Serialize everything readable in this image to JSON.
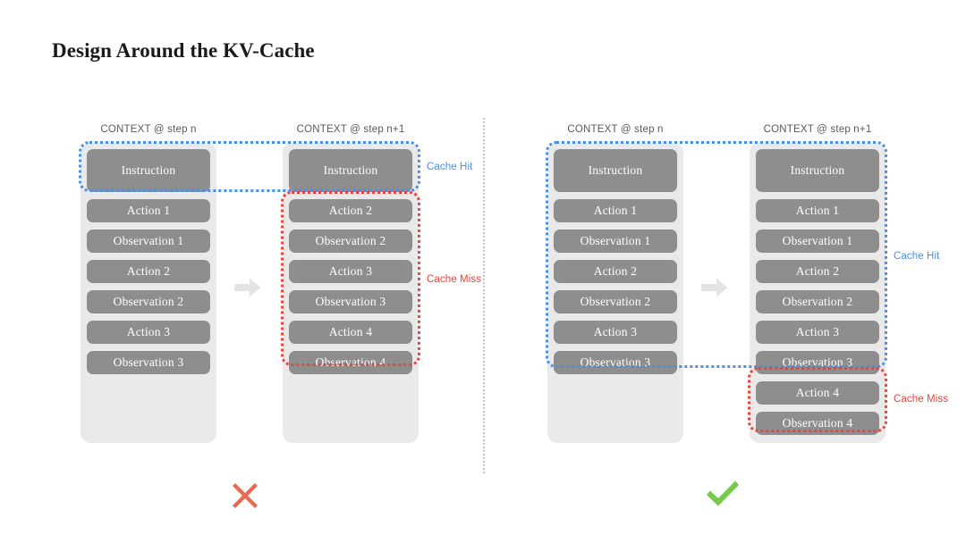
{
  "slide": {
    "title": "Design Around the KV-Cache",
    "background_color": "#ffffff"
  },
  "colors": {
    "block_fill": "#8e8e8e",
    "block_text": "#ffffff",
    "container_fill": "#e9e9e9",
    "cache_hit": "#4a90e2",
    "cache_miss": "#e8453c",
    "divider": "#c4c4c4",
    "arrow": "#e4e4e4",
    "cross_mark": "#e8694f",
    "check_mark": "#76c94a",
    "label_text": "#595959"
  },
  "labels": {
    "step_n": "CONTEXT @ step n",
    "step_n1": "CONTEXT @ step n+1",
    "cache_hit": "Cache Hit",
    "cache_miss": "Cache Miss"
  },
  "left_panel": {
    "verdict": "cross",
    "step_n": {
      "label": "CONTEXT @ step n",
      "blocks": [
        "Instruction",
        "Action 1",
        "Observation 1",
        "Action 2",
        "Observation 2",
        "Action 3",
        "Observation 3"
      ],
      "cache_hit_blocks": [
        "Instruction"
      ],
      "cache_miss_blocks": []
    },
    "step_n1": {
      "label": "CONTEXT @ step n+1",
      "blocks": [
        "Instruction",
        "Action 2",
        "Observation 2",
        "Action 3",
        "Observation 3",
        "Action 4",
        "Observation 4"
      ],
      "cache_hit_blocks": [
        "Instruction"
      ],
      "cache_miss_blocks": [
        "Action 2",
        "Observation 2",
        "Action 3",
        "Observation 3",
        "Action 4",
        "Observation 4"
      ]
    }
  },
  "right_panel": {
    "verdict": "check",
    "step_n": {
      "label": "CONTEXT @ step n",
      "blocks": [
        "Instruction",
        "Action 1",
        "Observation 1",
        "Action 2",
        "Observation 2",
        "Action 3",
        "Observation 3"
      ],
      "cache_hit_blocks": [
        "Instruction",
        "Action 1",
        "Observation 1",
        "Action 2",
        "Observation 2",
        "Action 3",
        "Observation 3"
      ],
      "cache_miss_blocks": []
    },
    "step_n1": {
      "label": "CONTEXT @ step n+1",
      "blocks": [
        "Instruction",
        "Action 1",
        "Observation 1",
        "Action 2",
        "Observation 2",
        "Action 3",
        "Observation 3",
        "Action 4",
        "Observation 4"
      ],
      "cache_hit_blocks": [
        "Instruction",
        "Action 1",
        "Observation 1",
        "Action 2",
        "Observation 2",
        "Action 3",
        "Observation 3"
      ],
      "cache_miss_blocks": [
        "Action 4",
        "Observation 4"
      ]
    }
  }
}
